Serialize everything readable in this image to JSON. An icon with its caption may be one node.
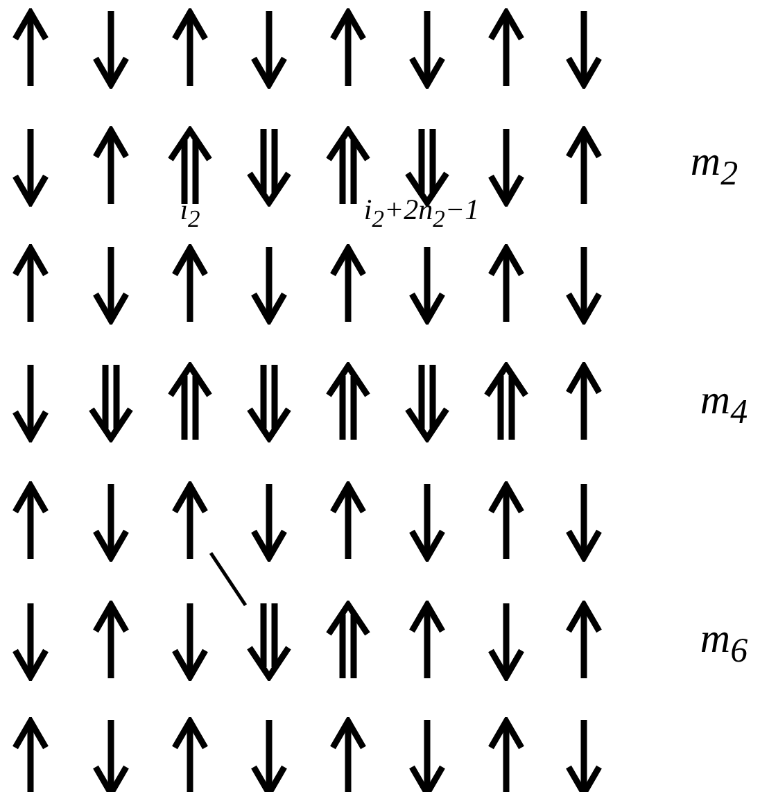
{
  "diagram": {
    "nodes": [
      {
        "text": [],
        "shape": "up"
      },
      {
        "text": [],
        "shape": "down"
      },
      {
        "text": [],
        "shape": "up"
      },
      {
        "text": [],
        "shape": "down"
      },
      {
        "text": [],
        "shape": "up"
      },
      {
        "text": [],
        "shape": "down"
      },
      {
        "text": [],
        "shape": "up"
      },
      {
        "text": [],
        "shape": "down"
      },
      {
        "text": [],
        "shape": "down"
      },
      {
        "text": [],
        "shape": "up"
      },
      {
        "text": [],
        "shape": "double-up"
      },
      {
        "text": [],
        "shape": "double-down"
      },
      {
        "text": [],
        "shape": "double-up"
      },
      {
        "text": [],
        "shape": "double-down"
      },
      {
        "text": [],
        "shape": "down"
      },
      {
        "text": [],
        "shape": "up"
      },
      {
        "text": [],
        "shape": "up"
      },
      {
        "text": [],
        "shape": "down"
      },
      {
        "text": [],
        "shape": "up"
      },
      {
        "text": [],
        "shape": "down"
      },
      {
        "text": [],
        "shape": "up"
      },
      {
        "text": [],
        "shape": "down"
      },
      {
        "text": [],
        "shape": "up"
      },
      {
        "text": [],
        "shape": "down"
      },
      {
        "text": [],
        "shape": "down"
      },
      {
        "text": [],
        "shape": "double-down"
      },
      {
        "text": [],
        "shape": "double-up"
      },
      {
        "text": [],
        "shape": "double-down"
      },
      {
        "text": [],
        "shape": "double-up"
      },
      {
        "text": [],
        "shape": "double-down"
      },
      {
        "text": [],
        "shape": "double-up"
      },
      {
        "text": [],
        "shape": "up"
      },
      {
        "text": [],
        "shape": "up"
      },
      {
        "text": [],
        "shape": "down"
      },
      {
        "text": [],
        "shape": "up"
      },
      {
        "text": [],
        "shape": "down"
      },
      {
        "text": [],
        "shape": "up"
      },
      {
        "text": [],
        "shape": "down"
      },
      {
        "text": [],
        "shape": "up"
      },
      {
        "text": [],
        "shape": "down"
      },
      {
        "text": [],
        "shape": "down"
      },
      {
        "text": [],
        "shape": "up"
      },
      {
        "text": [],
        "shape": "down"
      },
      {
        "text": [],
        "shape": "double-down"
      },
      {
        "text": [],
        "shape": "double-up"
      },
      {
        "text": [],
        "shape": "up"
      },
      {
        "text": [],
        "shape": "down"
      },
      {
        "text": [],
        "shape": "up"
      },
      {
        "text": [],
        "shape": "up"
      },
      {
        "text": [],
        "shape": "down"
      },
      {
        "text": [],
        "shape": "up"
      },
      {
        "text": [],
        "shape": "down"
      },
      {
        "text": [],
        "shape": "up"
      },
      {
        "text": [],
        "shape": "down"
      },
      {
        "text": [],
        "shape": "up"
      },
      {
        "text": [],
        "shape": "down"
      }
    ],
    "edges": [
      {
        "from": 34,
        "to": 43,
        "arrow": "none"
      }
    ],
    "labels": [
      "m$_{2}$",
      "i$_{2}$",
      "i$_{2}$+2n$_{2}$−1",
      "m$_{4}$",
      "m$_{6}$"
    ]
  }
}
